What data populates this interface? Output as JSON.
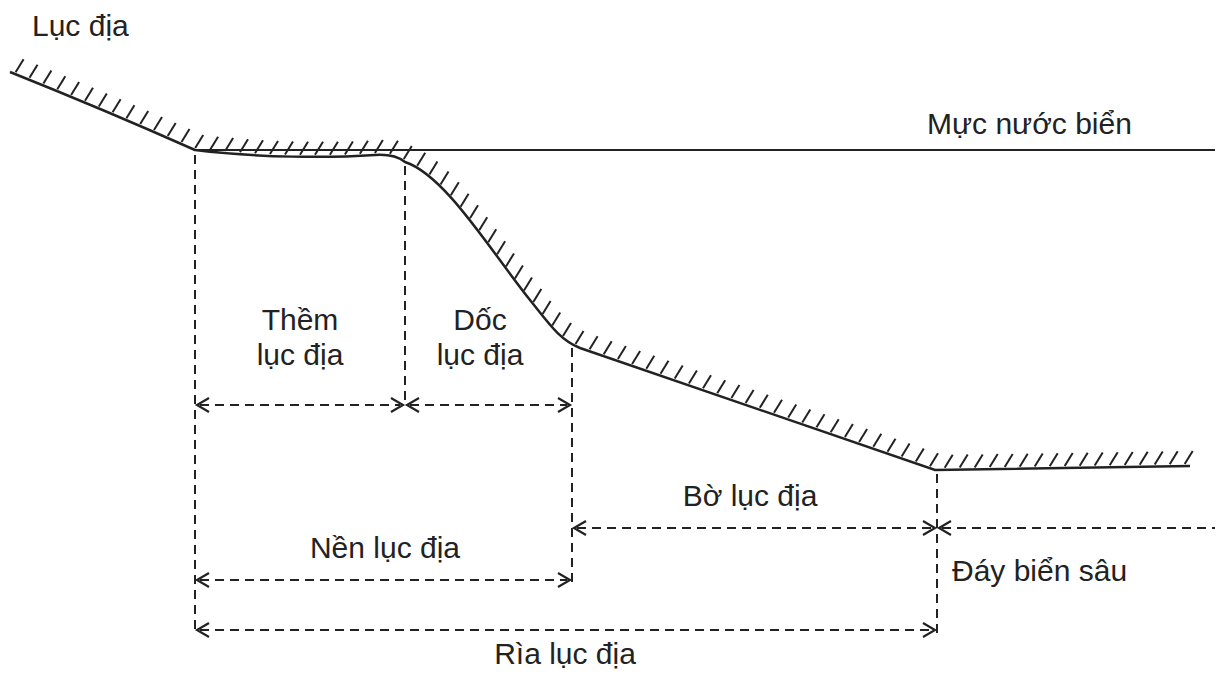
{
  "diagram": {
    "labels": [
      "Lục địa",
      "Mực nước biển",
      "Thềm lục địa",
      "Dốc lục địa",
      "Bờ lục địa",
      "Nền lục địa",
      "Đáy biển sâu",
      "Rìa lục địa"
    ]
  }
}
